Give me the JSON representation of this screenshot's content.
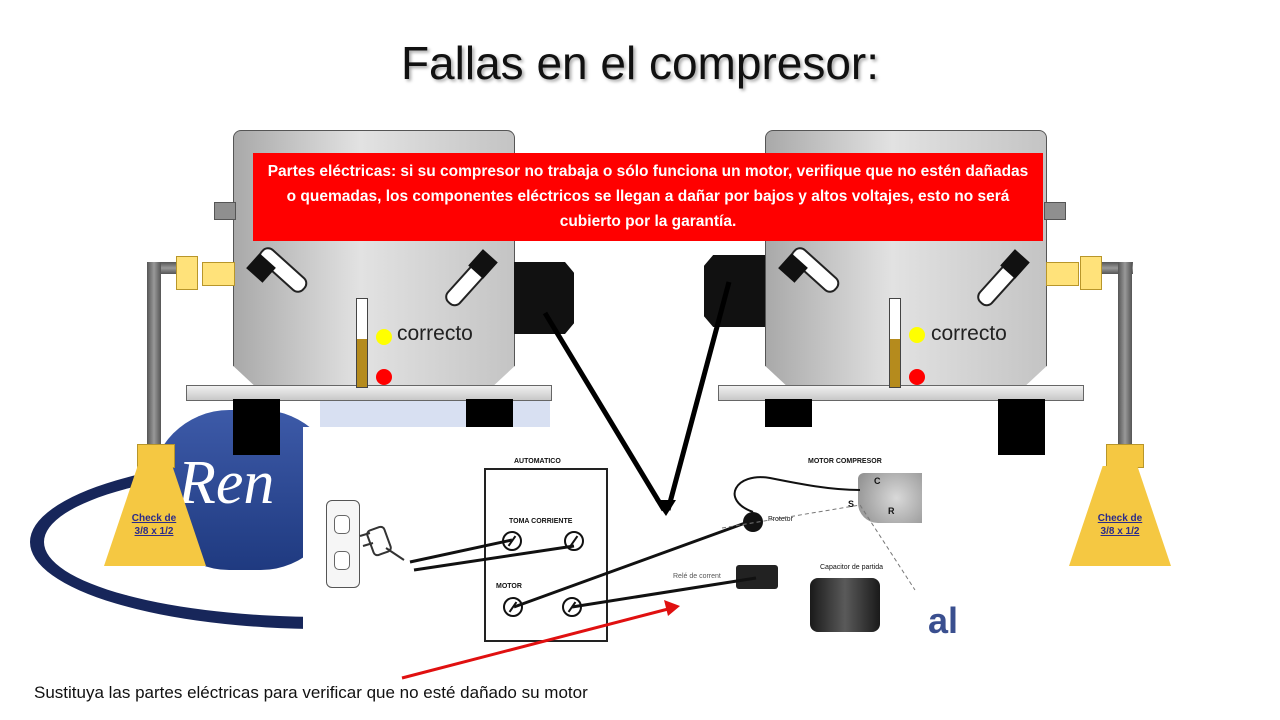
{
  "slide": {
    "title": "Fallas en el compresor:",
    "info_box": "Partes eléctricas: si su compresor no trabaja o sólo funciona un motor, verifique que no estén dañadas o quemadas, los componentes eléctricos se llegan a dañar por bajos y altos voltajes, esto no será cubierto por la garantía.",
    "footer": "Sustituya las partes eléctricas para verificar que no esté dañado su motor"
  },
  "compressors": [
    {
      "status_label": "correcto",
      "valve_label": "Check de 3/8 x 1/2"
    },
    {
      "status_label": "correcto",
      "valve_label": "Check de 3/8 x 1/2"
    }
  ],
  "wiring_diagram": {
    "automatic_label": "AUTOMATICO",
    "outlet_label": "TOMA CORRIENTE",
    "motor_label": "MOTOR",
    "motor_compressor_label": "MOTOR COMPRESOR",
    "protector_label": "Protetor",
    "relay_label": "Relé de corrent",
    "capacitor_label": "Capacitor de partida",
    "terminal_c": "C",
    "terminal_s": "S",
    "terminal_r": "R"
  },
  "logo": {
    "fragment_text": "Ren",
    "fragment_text_right": "al"
  },
  "colors": {
    "info_box_bg": "#ff0000",
    "indicator_ok": "#ffff00",
    "indicator_fail": "#ff0000",
    "valve_yellow": "#f5c842",
    "arrow_red": "#e01010"
  }
}
